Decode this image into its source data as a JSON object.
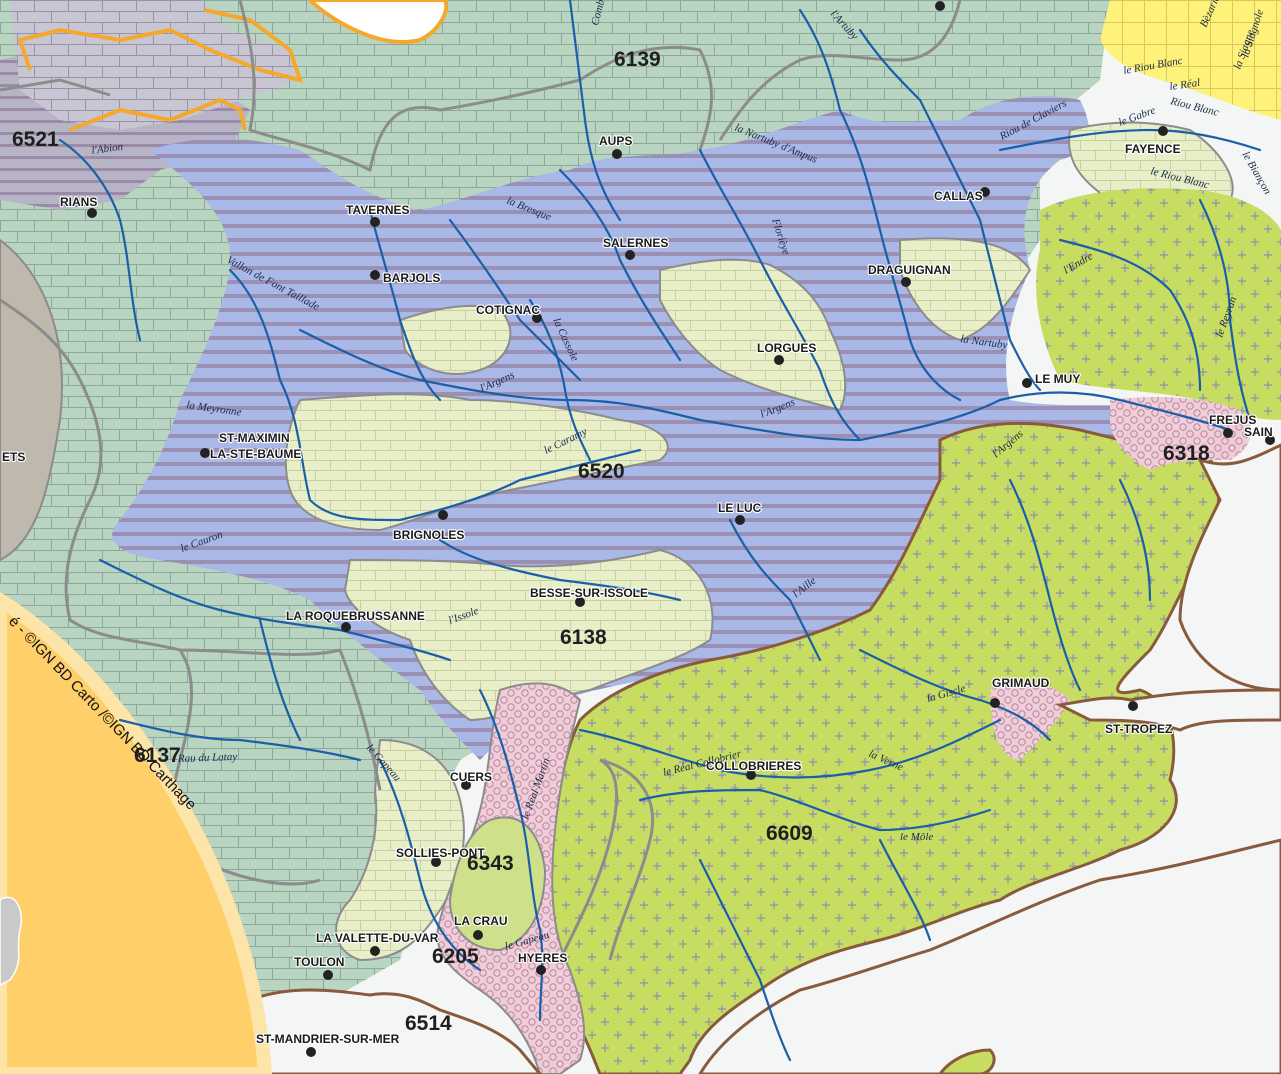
{
  "credit": "é - ©IGN BD Carto /©IGN BD Carthage",
  "colors": {
    "limestone_green": "#b9d4c0",
    "alluvial_blue": "#a9b8e6",
    "marl_cream": "#e8efc8",
    "crystalline_green": "#c7dd62",
    "sandstone_pink": "#f0cdd8",
    "yellow_zone": "#fff27a",
    "inset_orange": "#ffcf6a",
    "river": "#1a5fa8",
    "boundary": "#8c8c8c",
    "coast": "#8a5a3c"
  },
  "towns": [
    {
      "name": "AUPS"
    },
    {
      "name": "TAVERNES"
    },
    {
      "name": "SALERNES"
    },
    {
      "name": "BARJOLS"
    },
    {
      "name": "COTIGNAC"
    },
    {
      "name": "DRAGUIGNAN"
    },
    {
      "name": "CALLAS"
    },
    {
      "name": "FAYENCE"
    },
    {
      "name": "LORGUES"
    },
    {
      "name": "LE MUY"
    },
    {
      "name": "FREJUS"
    },
    {
      "name": "RIANS"
    },
    {
      "name": "ST-MAXIMIN"
    },
    {
      "name": "LA-STE-BAUME"
    },
    {
      "name": "BRIGNOLES"
    },
    {
      "name": "LE LUC"
    },
    {
      "name": "BESSE-SUR-ISSOLE"
    },
    {
      "name": "LA ROQUEBRUSSANNE"
    },
    {
      "name": "GRIMAUD"
    },
    {
      "name": "ST-TROPEZ"
    },
    {
      "name": "COLLOBRIERES"
    },
    {
      "name": "CUERS"
    },
    {
      "name": "SOLLIES-PONT"
    },
    {
      "name": "LA CRAU"
    },
    {
      "name": "LA VALETTE-DU-VAR"
    },
    {
      "name": "TOULON"
    },
    {
      "name": "HYERES"
    },
    {
      "name": "ST-MANDRIER-SUR-MER"
    }
  ],
  "zones": [
    "6521",
    "6139",
    "6520",
    "6138",
    "6318",
    "6609",
    "6343",
    "6205",
    "6514",
    "6137"
  ],
  "partial_labels": [
    "ETS",
    "SAIN"
  ],
  "rivers": [
    "l'Abion",
    "la Bresque",
    "la Nartuby d'Ampus",
    "Riou de Claviers",
    "le Gabre",
    "le Riou Blanc",
    "l'Endre",
    "le Reyran",
    "la Nartuby",
    "Florièye",
    "l'Argens",
    "la Cassole",
    "Vallon de Font Taillade",
    "la Meyronne",
    "le Caramy",
    "le Cauron",
    "l'Issole",
    "l'Aille",
    "la Giscle",
    "la Verne",
    "le Réal Collobrier",
    "le Môle",
    "Rau du Latay",
    "le Gapeau",
    "le Gapeau",
    "le Real Martin",
    "la Siagne",
    "le Riou Blanc",
    "Combe",
    "l'Artuby",
    "le Biançon",
    "Bèzarié",
    "le Réal",
    "Riou Blanc",
    "la Siagnole",
    "l'Argens",
    "l'Argens"
  ]
}
